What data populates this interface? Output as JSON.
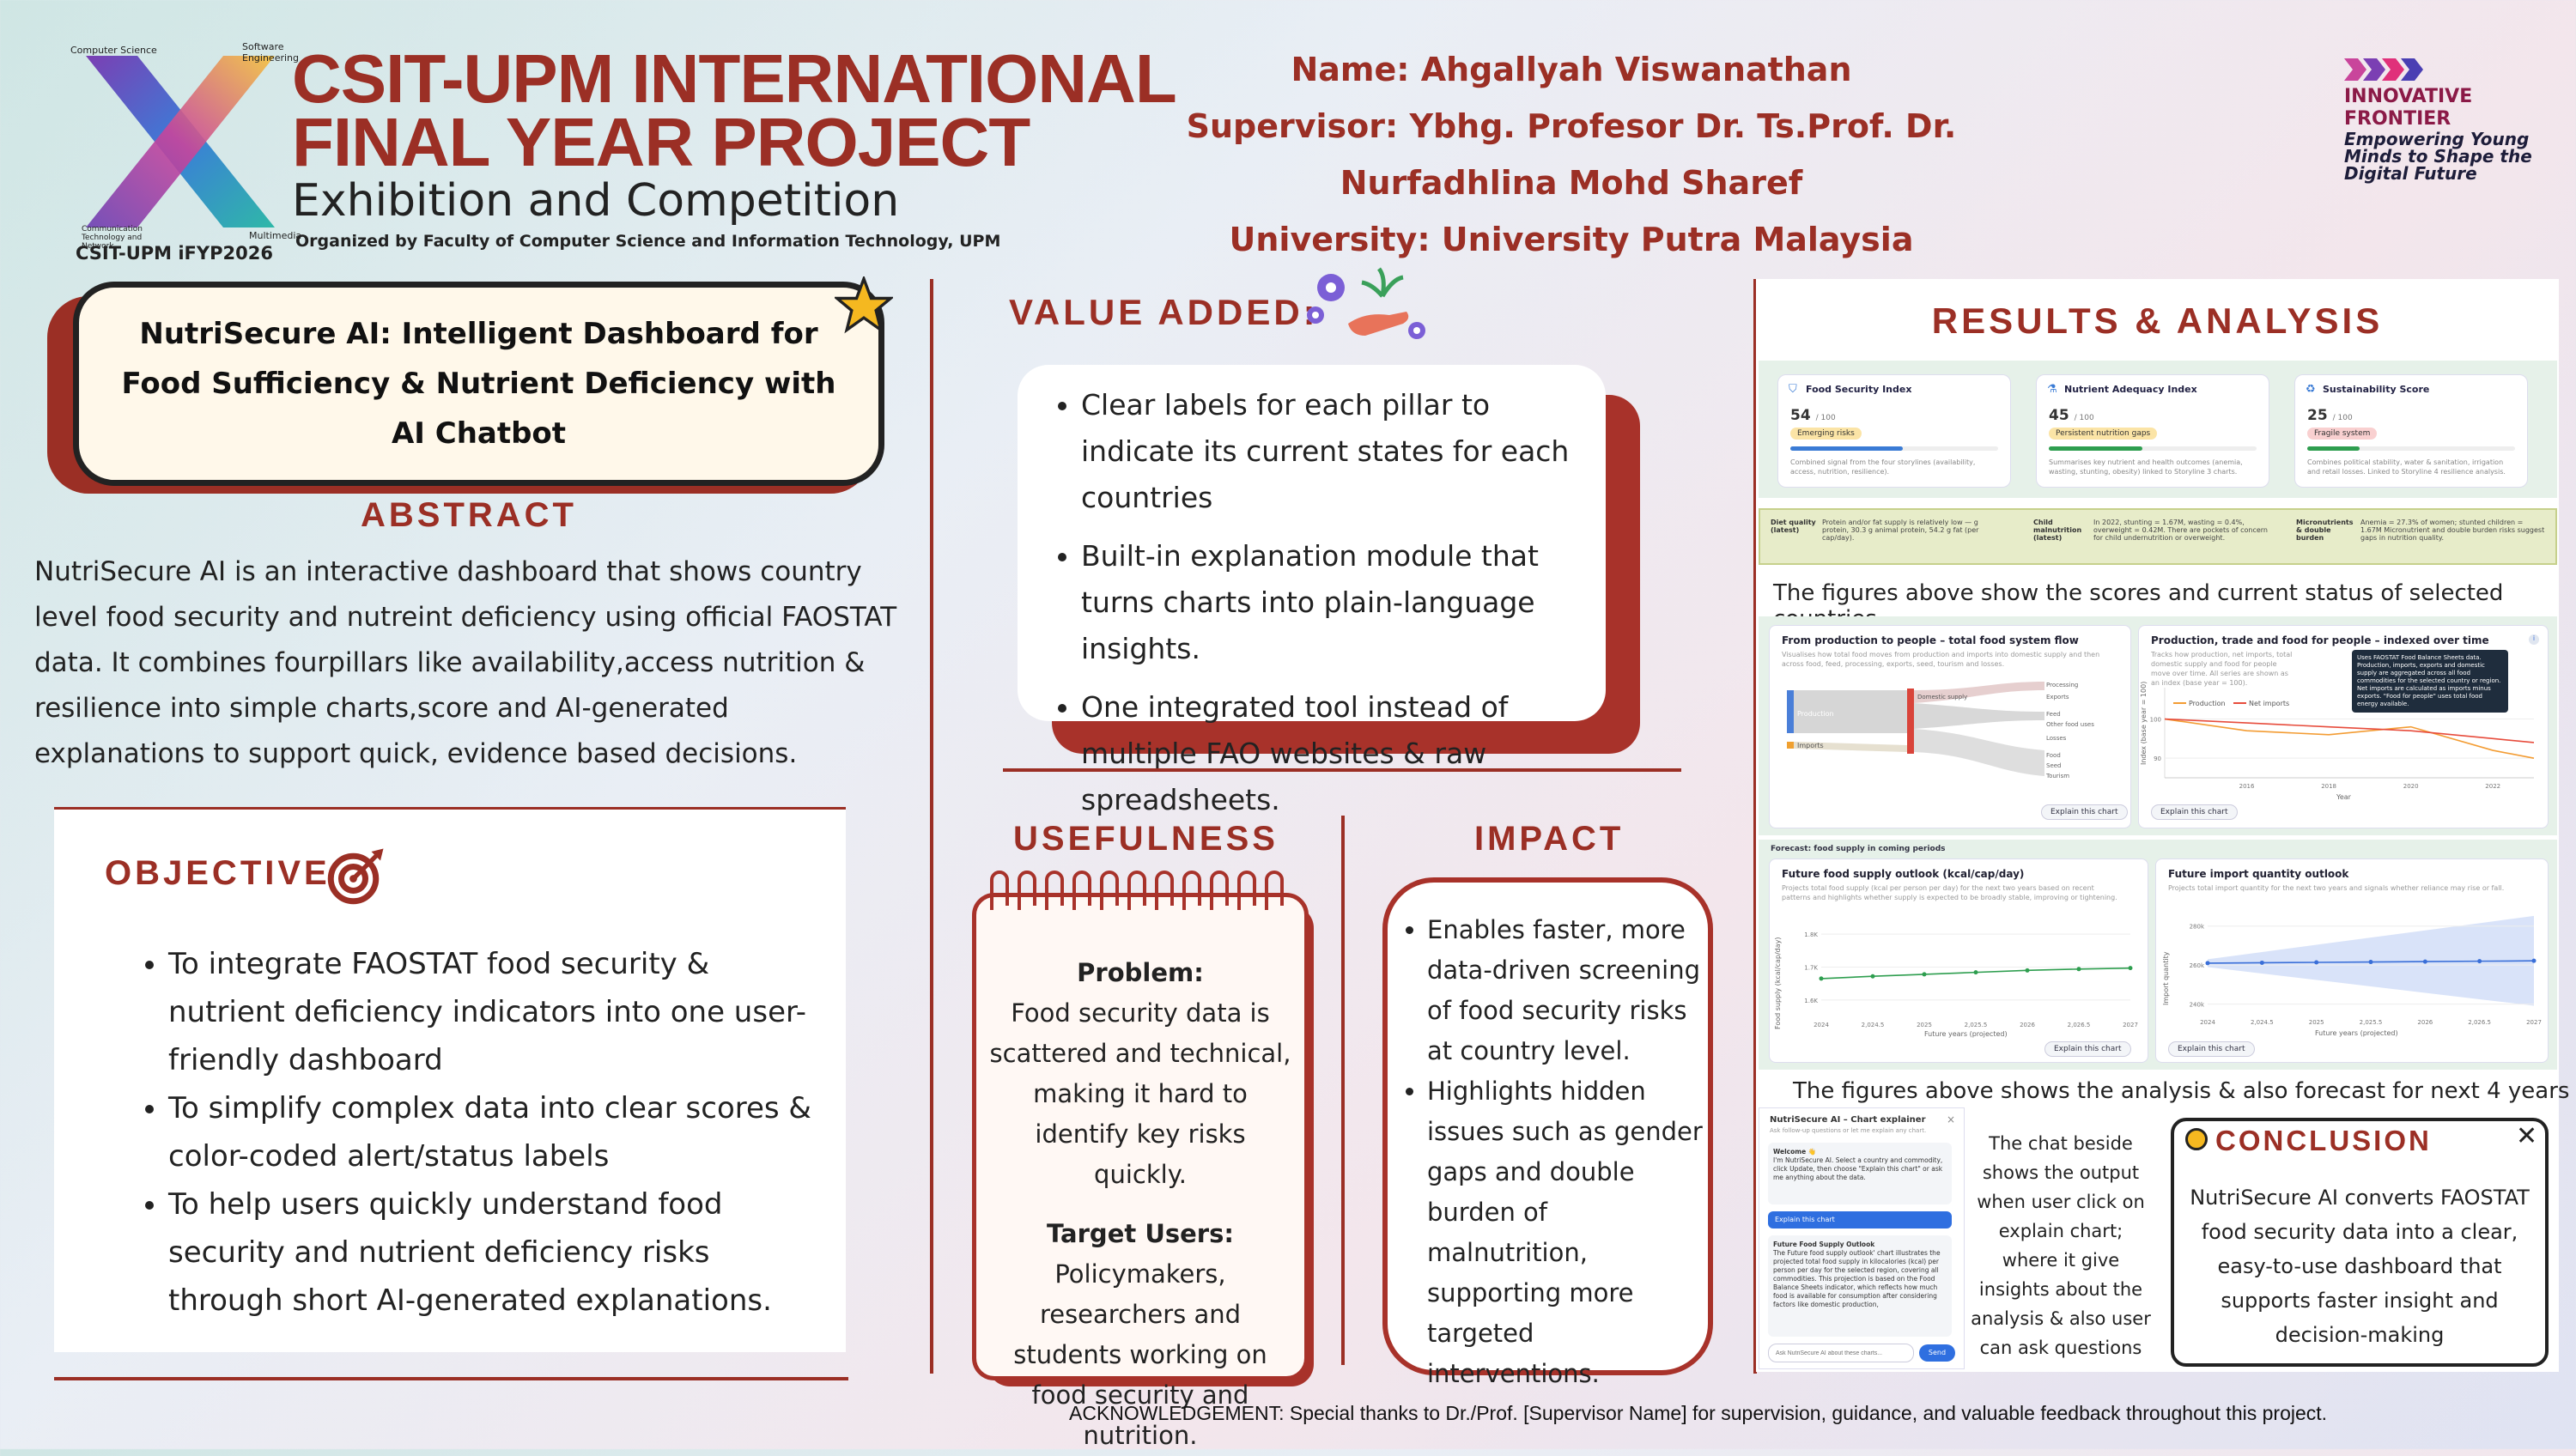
{
  "header": {
    "brand_line1": "CSIT-UPM INTERNATIONAL",
    "brand_line2": "FINAL YEAR PROJECT",
    "brand_line3": "Exhibition and Competition",
    "organizer": "Organized by Faculty of Computer Science and Information Technology, UPM",
    "event_tag": "CSIT-UPM iFYP2026",
    "x_labels": [
      "Computer Science",
      "Software Engineering",
      "Communication Technology and Network",
      "Multimedia"
    ],
    "name": "Name: Ahgallyah Viswanathan",
    "supervisor": "Supervisor: Ybhg. Profesor Dr. Ts.Prof. Dr. Nurfadhlina Mohd Sharef",
    "university": "University: University Putra Malaysia",
    "innovative_l1": "INNOVATIVE",
    "innovative_l2": "FRONTIER",
    "innovative_tag": "Empowering Young Minds to Shape the Digital Future"
  },
  "title": "NutriSecure AI: Intelligent Dashboard for Food Sufficiency & Nutrient Deficiency with AI Chatbot",
  "abstract": {
    "heading": "ABSTRACT",
    "text": "NutriSecure AI is an interactive dashboard that shows country level food security and nutreint deficiency using official FAOSTAT data. It combines fourpillars like availability,access nutrition & resilience into simple charts,score and AI-generated explanations to support quick, evidence based decisions."
  },
  "objective": {
    "heading": "OBJECTIVE",
    "items": [
      "To integrate FAOSTAT food security & nutrient deficiency indicators into one user-friendly dashboard",
      "To simplify complex data into clear scores & color-coded alert/status labels",
      "To help users quickly understand food security and nutrient deficiency risks through short AI-generated explanations."
    ]
  },
  "value_added": {
    "heading": "VALUE ADDED:",
    "items": [
      "Clear labels for each pillar to indicate its current states for each countries",
      "Built-in explanation module that turns charts into plain-language insights.",
      "One integrated tool instead of multiple FAO websites & raw spreadsheets."
    ]
  },
  "usefulness": {
    "heading": "USEFULNESS",
    "problem_label": "Problem:",
    "problem_text": "Food security data is scattered and technical, making it hard to identify key risks quickly.",
    "users_label": "Target Users:",
    "users_text": "Policymakers,  researchers and students working on food security and nutrition."
  },
  "impact": {
    "heading": "IMPACT",
    "items": [
      "Enables faster, more data-driven screening of food security risks at country level.",
      "Highlights hidden issues such as gender gaps and double burden of malnutrition, supporting more targeted interventions."
    ]
  },
  "results": {
    "heading": "RESULTS & ANALYSIS",
    "cards": [
      {
        "title": "Food Security Index",
        "score": "54",
        "max": "/ 100",
        "status": "Emerging risks",
        "status_color": "#f6c84c",
        "fraction": 0.54,
        "bar_color": "#3a7bd5",
        "desc": "Combined signal from the four storylines (availability, access, nutrition, resilience)."
      },
      {
        "title": "Nutrient Adequacy Index",
        "score": "45",
        "max": "/ 100",
        "status": "Persistent nutrition gaps",
        "status_color": "#f6c84c",
        "fraction": 0.45,
        "bar_color": "#2e9e4f",
        "desc": "Summarises key nutrient and health outcomes (anemia, wasting, stunting, obesity) linked to Storyline 3 charts."
      },
      {
        "title": "Sustainability Score",
        "score": "25",
        "max": "/ 100",
        "status": "Fragile system",
        "status_color": "#f4a6a6",
        "fraction": 0.25,
        "bar_color": "#2e9e4f",
        "desc": "Combines political stability, water & sanitation, irrigation and retail losses. Linked to Storyline 4 resilience analysis."
      }
    ],
    "status_items": [
      {
        "label": "Diet quality (latest)",
        "text": "Protein and/or fat supply is relatively low — g protein, 30.3 g animal protein, 54.2 g fat (per cap/day)."
      },
      {
        "label": "Child malnutrition (latest)",
        "text": "In 2022, stunting = 1.67M, wasting = 0.4%, overweight = 0.42M. There are pockets of concern for child undernutrition or overweight."
      },
      {
        "label": "Micronutrients & double burden",
        "text": "Anemia = 27.3% of women; stunted children = 1.67M Micronutrient and double burden risks suggest gaps in nutrition quality."
      }
    ],
    "caption1": "The figures above show the scores and current status of selected countries",
    "flow": {
      "title": "From production to people – total food system flow",
      "sub": "Visualises how total food moves from production and imports into domestic supply and then across food, feed, processing, exports, seed, tourism and losses.",
      "sources": [
        "Production",
        "Imports"
      ],
      "middle": "Domestic supply",
      "targets": [
        "Processing",
        "Exports",
        "Feed",
        "Other food uses",
        "Losses",
        "Food",
        "Seed",
        "Tourism"
      ],
      "button": "Explain this chart"
    },
    "trade": {
      "title": "Production, trade and food for people – indexed over time",
      "sub": "Tracks how production, net imports, total domestic supply and food for people move over time. All series are shown as an index (base year = 100).",
      "tooltip": "Uses FAOSTAT Food Balance Sheets data. Production, imports, exports and domestic supply are aggregated across all food commodities for the selected country or region. Net imports are calculated as imports minus exports. \"Food for people\" uses total food energy available.",
      "ylabel": "Index (base year = 100)",
      "xlabel": "Year",
      "legend": [
        "Production",
        "Net imports"
      ],
      "button": "Explain this chart"
    },
    "forecast_label": "Forecast: food supply in coming periods",
    "supply_forecast": {
      "title": "Future food supply outlook (kcal/cap/day)",
      "sub": "Projects total food supply (kcal per person per day) for the next two years based on recent patterns and highlights whether supply is expected to be broadly stable, improving or tightening.",
      "ylabel": "Food supply (kcal/cap/day)",
      "xlabel": "Future years (projected)",
      "button": "Explain this chart"
    },
    "import_forecast": {
      "title": "Future import quantity outlook",
      "sub": "Projects total import quantity for the next two years and signals whether reliance may rise or fall.",
      "ylabel": "Import quantity",
      "xlabel": "Future years (projected)",
      "button": "Explain this chart"
    },
    "caption2": "The  figures above shows the analysis & also forecast for next 4 years",
    "chat": {
      "title": "NutriSecure AI – Chart explainer",
      "sub": "Ask follow-up questions or let me explain any chart.",
      "welcome_label": "Welcome 👋",
      "welcome_text": "I'm NutriSecure AI. Select a country and commodity, click Update, then choose \"Explain this chart\" or ask me anything about the data.",
      "user_msg": "Explain this chart",
      "answer_title": "Future Food Supply Outlook",
      "answer_text": "The Future food supply outlook' chart illustrates the projected total food supply in kilocalories (kcal) per person per day for the selected region, covering all commodities. This projection is based on the Food Balance Sheets indicator, which reflects how much food is available for consumption after considering factors like domestic production,",
      "input_placeholder": "Ask NutriSecure AI about these charts...",
      "send": "Send",
      "close": "×"
    },
    "chat_caption": "The chat beside shows the output when user click on explain chart; where it give insights about the analysis & also user can ask questions"
  },
  "conclusion": {
    "heading": "CONCLUSION",
    "close": "✕",
    "text": "NutriSecure AI converts FAOSTAT food security data into a clear, easy-to-use dashboard that supports faster insight and decision-making"
  },
  "acknowledgement": "ACKNOWLEDGEMENT: Special thanks to Dr./Prof. [Supervisor Name] for supervision, guidance, and valuable feedback throughout this project.",
  "chart_data": [
    {
      "type": "line",
      "title": "Production, trade and food for people – indexed over time",
      "xlabel": "Year",
      "ylabel": "Index (base year = 100)",
      "x": [
        2014,
        2016,
        2018,
        2020,
        2022,
        2023
      ],
      "ylim": [
        85,
        108
      ],
      "x_ticks": [
        "2016",
        "2018",
        "2020",
        "2022"
      ],
      "y_ticks": [
        "100",
        "90"
      ],
      "series": [
        {
          "name": "Production",
          "values": [
            100,
            97,
            96,
            98,
            92,
            90
          ],
          "color": "#f39c33"
        },
        {
          "name": "Net imports",
          "values": [
            100,
            99,
            98,
            97,
            95,
            94
          ],
          "color": "#e74c3c"
        }
      ]
    },
    {
      "type": "line",
      "title": "Future food supply outlook (kcal/cap/day)",
      "xlabel": "Future years (projected)",
      "ylabel": "Food supply (kcal/cap/day)",
      "x": [
        2024,
        2024.5,
        2025,
        2025.5,
        2026,
        2026.5,
        2027
      ],
      "x_ticks": [
        "2024",
        "2,024.5",
        "2025",
        "2,025.5",
        "2026",
        "2,026.5",
        "2027"
      ],
      "y_ticks": [
        "1.6K",
        "1.7K",
        "1.8K"
      ],
      "ylim": [
        1550,
        1850
      ],
      "series": [
        {
          "name": "",
          "values": [
            1665,
            1672,
            1678,
            1684,
            1690,
            1694,
            1697
          ],
          "color": "#2e9e4f"
        }
      ]
    },
    {
      "type": "line",
      "title": "Future import quantity outlook",
      "xlabel": "Future years (projected)",
      "ylabel": "Import quantity",
      "x": [
        2024,
        2024.5,
        2025,
        2025.5,
        2026,
        2026.5,
        2027
      ],
      "x_ticks": [
        "2024",
        "2,024.5",
        "2025",
        "2,025.5",
        "2026",
        "2,026.5",
        "2027"
      ],
      "y_ticks": [
        "240k",
        "260k",
        "280k"
      ],
      "ylim": [
        235000,
        290000
      ],
      "series": [
        {
          "name": "",
          "values": [
            261000,
            261200,
            261400,
            261600,
            261800,
            262000,
            262200
          ],
          "color": "#3a6fd8"
        }
      ]
    }
  ]
}
